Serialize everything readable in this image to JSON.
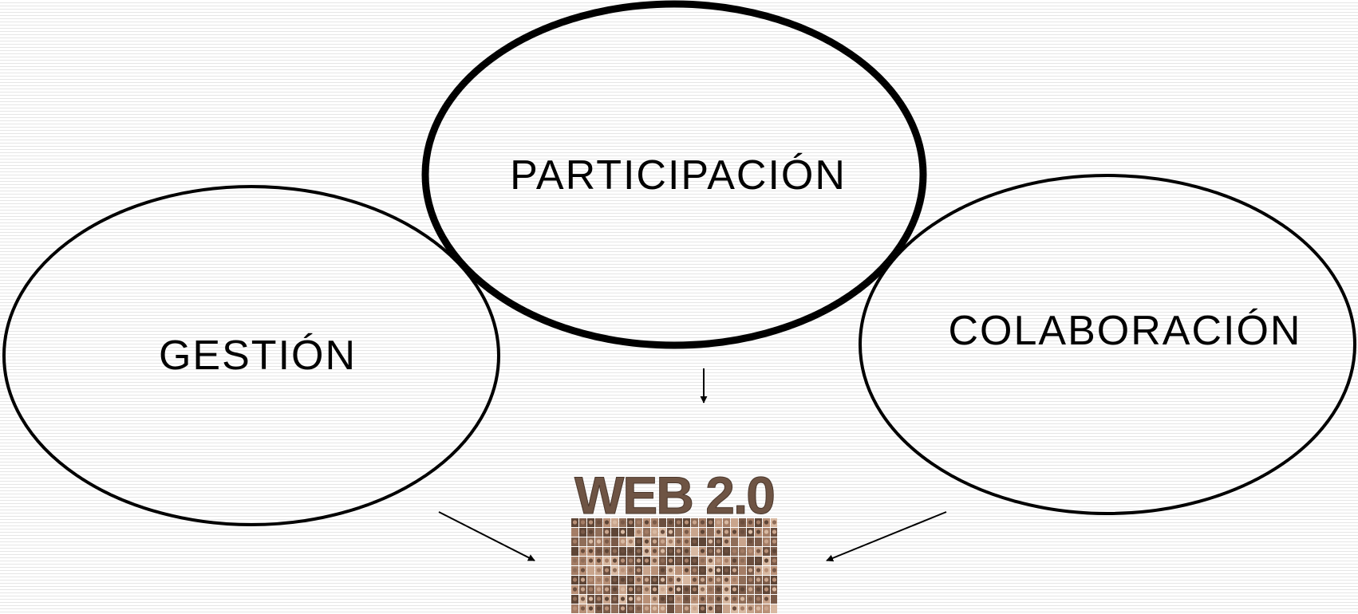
{
  "diagram": {
    "nodes": {
      "participacion": "PARTICIPACIÓN",
      "gestion": "GESTIÓN",
      "colaboracion": "COLABORACIÓN"
    },
    "logo_text": "WEB 2.0"
  },
  "colors": {
    "stroke": "#000000",
    "background_line": "#e6e6e6",
    "logo_mosaic": [
      "#7a5a48",
      "#a47d66",
      "#c9a58d",
      "#5e4536",
      "#b89077",
      "#8f6d58",
      "#d8b9a2",
      "#6b4e3e"
    ]
  }
}
